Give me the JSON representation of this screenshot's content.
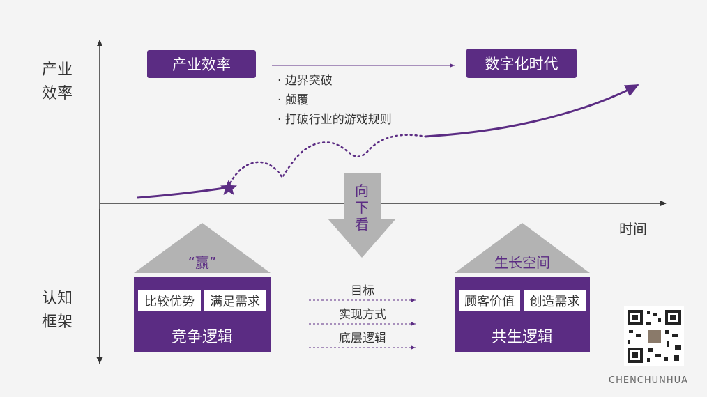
{
  "y_axis_top_label": [
    "产业",
    "效率"
  ],
  "y_axis_bottom_label": [
    "认知",
    "框架"
  ],
  "x_axis_label": "时间",
  "pill_left": "产业效率",
  "pill_right": "数字化时代",
  "bullets": [
    "· 边界突破",
    "· 颠覆",
    "· 打破行业的游戏规则"
  ],
  "down_arrow_text": [
    "向",
    "下",
    "看"
  ],
  "left_house": {
    "roof_label": "“赢”",
    "tags": [
      "比较优势",
      "满足需求"
    ],
    "title": "竞争逻辑"
  },
  "right_house": {
    "roof_label": "生长空间",
    "tags": [
      "顾客价值",
      "创造需求"
    ],
    "title": "共生逻辑"
  },
  "middle_labels": [
    "目标",
    "实现方式",
    "底层逻辑"
  ],
  "brand": "CHENCHUNHUA",
  "colors": {
    "purple": "#5b2c83",
    "gray": "#b3b3b3",
    "axis": "#333333"
  }
}
